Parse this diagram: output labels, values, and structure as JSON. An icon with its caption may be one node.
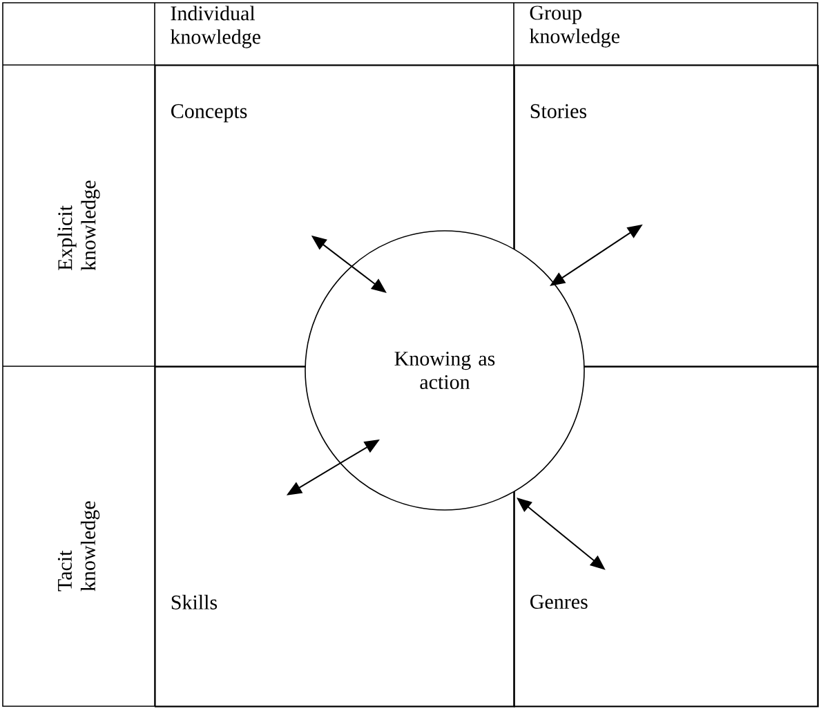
{
  "diagram": {
    "nodes": [
      {
        "text": [
          "Concepts"
        ]
      },
      {
        "text": [
          "Stories"
        ]
      },
      {
        "text": [
          "Skills"
        ]
      },
      {
        "text": [
          "Genres"
        ]
      },
      {
        "text": [
          "Knowing as action"
        ]
      }
    ],
    "edges": [
      {
        "from": 4,
        "to": 0,
        "arrow": "both"
      },
      {
        "from": 4,
        "to": 1,
        "arrow": "both"
      },
      {
        "from": 4,
        "to": 2,
        "arrow": "both"
      },
      {
        "from": 4,
        "to": 3,
        "arrow": "both"
      }
    ],
    "labels": [
      "Individual knowledge",
      "Group knowledge",
      "Explicit knowledge",
      "Tacit knowledge"
    ]
  }
}
